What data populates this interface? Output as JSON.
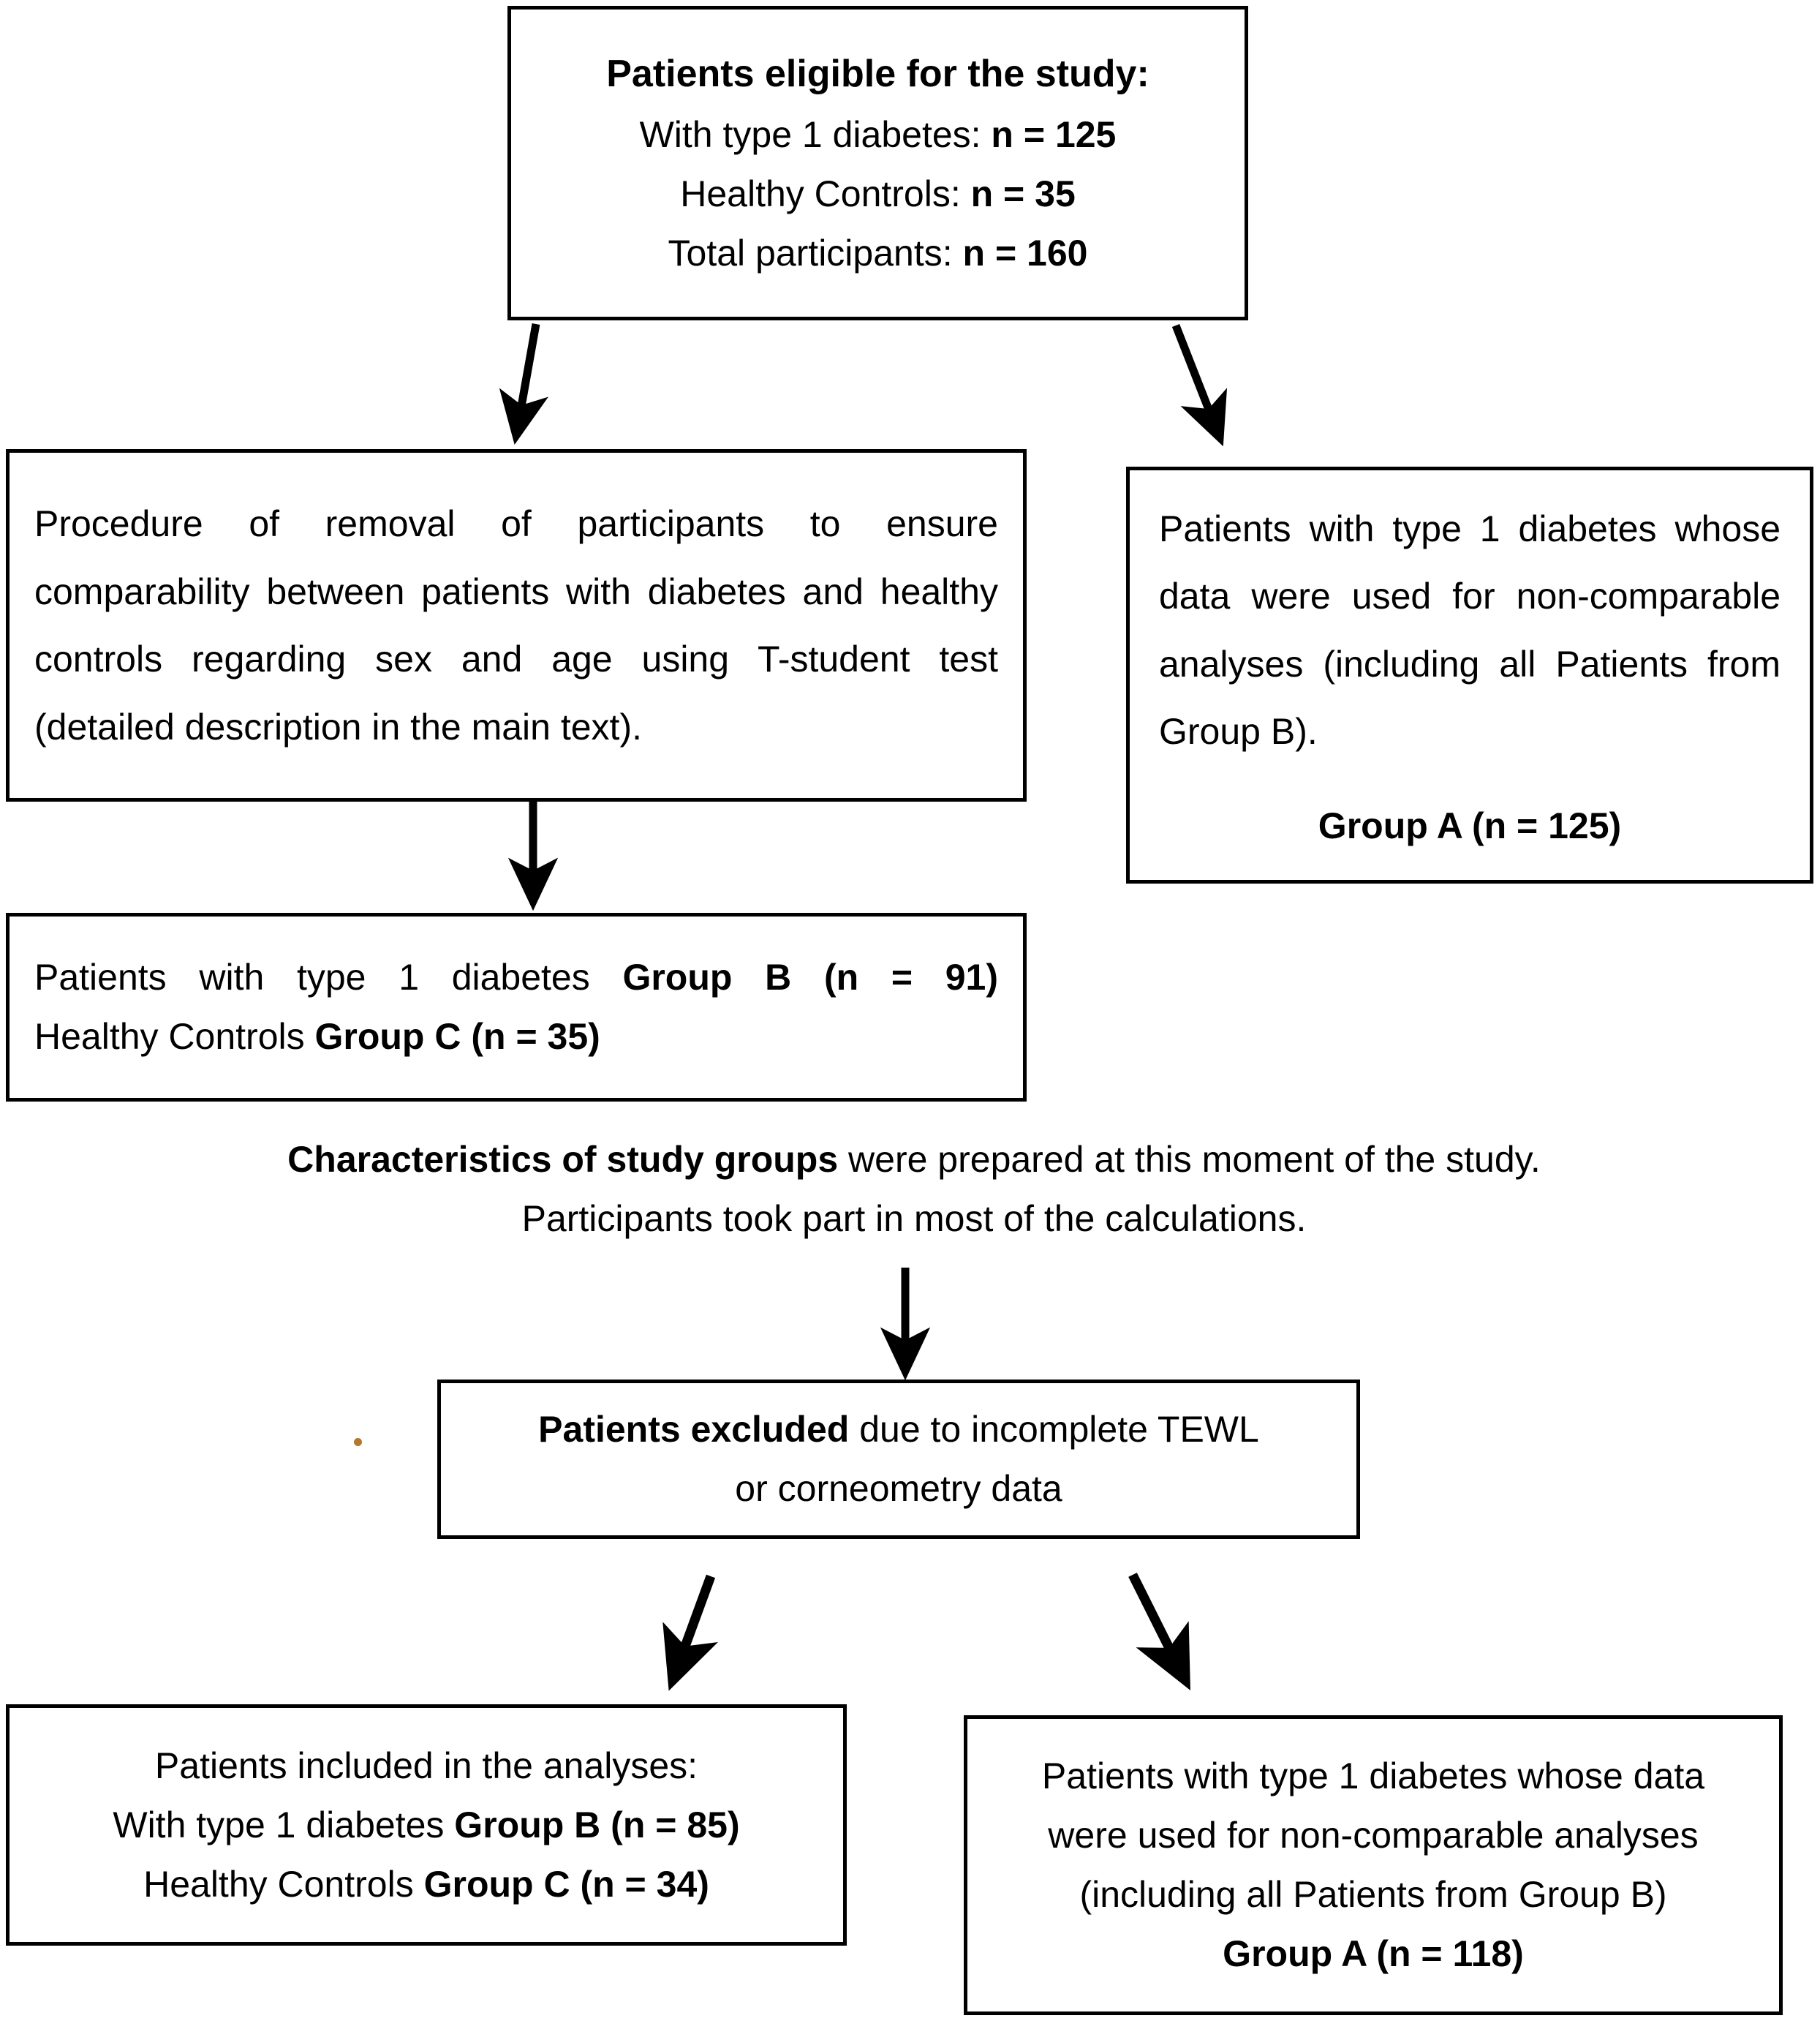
{
  "diagram": {
    "title_box": {
      "lines": [
        {
          "text": "Patients eligible for the study:",
          "bold": true
        },
        {
          "segments": [
            {
              "text": "With type 1 diabetes: ",
              "bold": false
            },
            {
              "text": "n = 125",
              "bold": true
            }
          ]
        },
        {
          "segments": [
            {
              "text": "Healthy Controls: ",
              "bold": false
            },
            {
              "text": "n = 35",
              "bold": true
            }
          ]
        },
        {
          "segments": [
            {
              "text": "Total participants: ",
              "bold": false
            },
            {
              "text": "n = 160",
              "bold": true
            }
          ]
        }
      ]
    },
    "procedure_box": {
      "text": "Procedure of removal of participants to ensure comparability between patients with diabetes and healthy controls regarding sex and age using T-student test (detailed description in the main text)."
    },
    "group_a_box": {
      "paragraph": "Patients with type 1 diabetes whose data were used for non-comparable analyses (including all Patients from Group B).",
      "label": "Group A (n = 125)"
    },
    "group_bc_box": {
      "line1_plain": "Patients with type 1 diabetes ",
      "line1_bold": "Group B (n = 91)",
      "line2_plain": "Healthy Controls ",
      "line2_bold": "Group C (n = 35)"
    },
    "characteristics_note": {
      "line1_bold": "Characteristics of study groups",
      "line1_plain": " were prepared at this moment of the study.",
      "line2": "Participants took part in most of the calculations."
    },
    "excluded_box": {
      "line1_bold": "Patients excluded",
      "line1_plain": " due to incomplete TEWL",
      "line2": "or corneometry data"
    },
    "included_box": {
      "line1": "Patients included in the analyses:",
      "line2_plain": "With type 1 diabetes ",
      "line2_bold": "Group B (n = 85)",
      "line3_plain": "Healthy Controls ",
      "line3_bold": "Group C (n = 34)"
    },
    "final_group_a_box": {
      "line1": "Patients with type 1 diabetes whose data",
      "line2": "were used for non-comparable analyses",
      "line3": "(including all Patients from Group B)",
      "line4_bold": "Group A (n = 118)"
    },
    "colors": {
      "stroke": "#000000",
      "background": "#ffffff",
      "stray_dot": "#b5762e"
    }
  }
}
